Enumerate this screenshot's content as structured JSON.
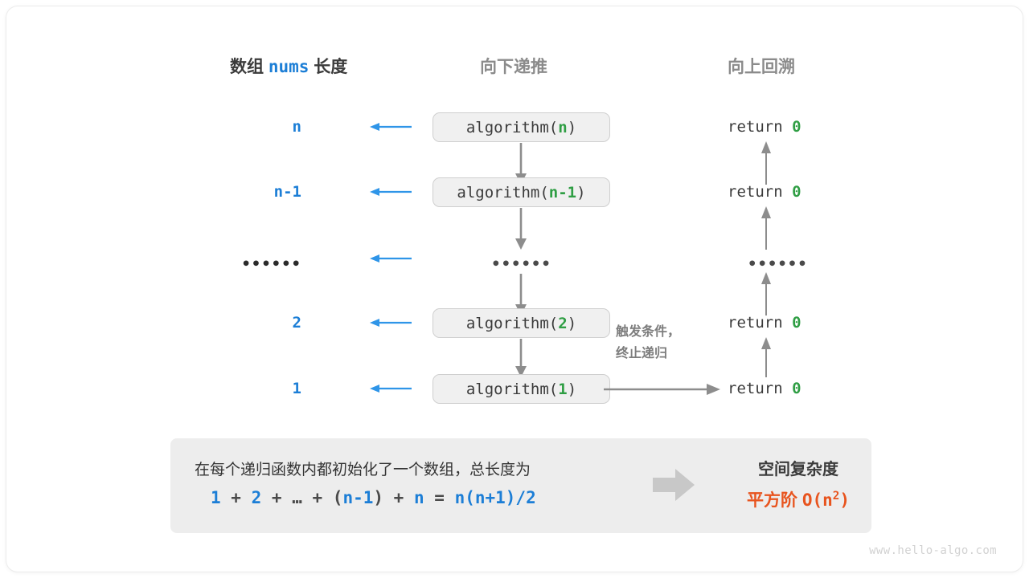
{
  "watermark": "www.hello-algo.com",
  "headers": {
    "left_prefix": "数组 ",
    "left_code": "nums",
    "left_suffix": " 长度",
    "middle": "向下递推",
    "right": "向上回溯"
  },
  "rows": [
    {
      "level_label": "n",
      "call_prefix": "algorithm(",
      "call_arg": "n",
      "call_suffix": ")",
      "return_text": "return ",
      "return_value": "0"
    },
    {
      "level_label": "n-1",
      "call_prefix": "algorithm(",
      "call_arg": "n-1",
      "call_suffix": ")",
      "return_text": "return ",
      "return_value": "0"
    },
    {
      "level_label": "••••••",
      "call_prefix": "••••••",
      "call_arg": "",
      "call_suffix": "",
      "return_text": "••••••",
      "return_value": ""
    },
    {
      "level_label": "2",
      "call_prefix": "algorithm(",
      "call_arg": "2",
      "call_suffix": ")",
      "return_text": "return ",
      "return_value": "0"
    },
    {
      "level_label": "1",
      "call_prefix": "algorithm(",
      "call_arg": "1",
      "call_suffix": ")",
      "return_text": "return ",
      "return_value": "0"
    }
  ],
  "trigger_note": {
    "line1": "触发条件，",
    "line2": "终止递归"
  },
  "summary": {
    "description": "在每个递归函数内都初始化了一个数组，总长度为",
    "formula_parts": [
      {
        "t": "1",
        "blue": true
      },
      {
        "t": " + ",
        "blue": false
      },
      {
        "t": "2",
        "blue": true
      },
      {
        "t": " + ",
        "blue": false
      },
      {
        "t": "…",
        "blue": false
      },
      {
        "t": " + ",
        "blue": false
      },
      {
        "t": "(",
        "blue": false
      },
      {
        "t": "n-1",
        "blue": true
      },
      {
        "t": ")",
        "blue": false
      },
      {
        "t": " + ",
        "blue": false
      },
      {
        "t": "n",
        "blue": true
      },
      {
        "t": " = ",
        "blue": false
      },
      {
        "t": "n(n+1)/2",
        "blue": true
      }
    ],
    "title": "空间复杂度",
    "complexity_order": "平方阶 ",
    "complexity_big_o_prefix": "O(n",
    "complexity_big_o_sup": "2",
    "complexity_big_o_suffix": ")"
  },
  "colors": {
    "blue": "#1c7ed6",
    "green": "#2f9e44",
    "orange": "#e8541e",
    "gray_arrow": "#8d8d8d",
    "panel_bg": "#ededed",
    "box_bg": "#f0f0f0",
    "box_border": "#cfcfcf"
  }
}
